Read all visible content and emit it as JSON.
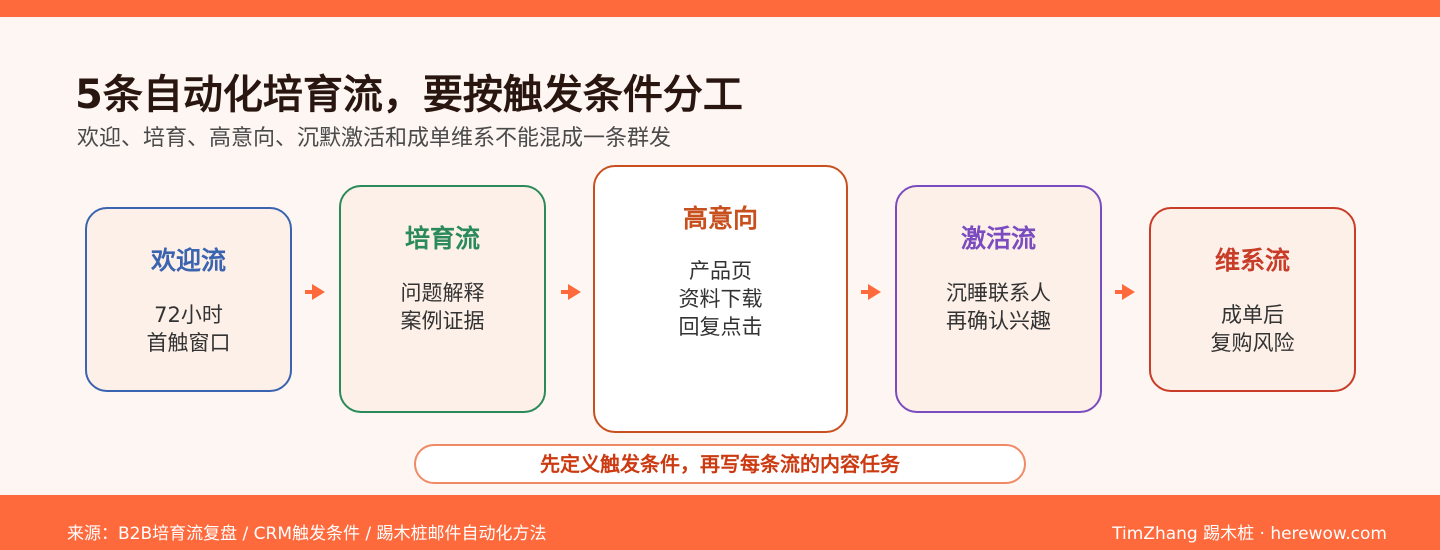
{
  "header": {
    "title": "5条自动化培育流，要按触发条件分工",
    "subtitle": "欢迎、培育、高意向、沉默激活和成单维系不能混成一条群发"
  },
  "flows": [
    {
      "name": "欢迎流",
      "lines": [
        "72小时",
        "首触窗口"
      ],
      "color": "#3a63b0",
      "fill": "#fdf0e8"
    },
    {
      "name": "培育流",
      "lines": [
        "问题解释",
        "案例证据"
      ],
      "color": "#2a8a5a",
      "fill": "#fdf0e8"
    },
    {
      "name": "高意向",
      "lines": [
        "产品页",
        "资料下载",
        "回复点击"
      ],
      "color": "#c8501e",
      "fill": "#ffffff"
    },
    {
      "name": "激活流",
      "lines": [
        "沉睡联系人",
        "再确认兴趣"
      ],
      "color": "#7a4cc0",
      "fill": "#fdf0e8"
    },
    {
      "name": "维系流",
      "lines": [
        "成单后",
        "复购风险"
      ],
      "color": "#c83c28",
      "fill": "#fdf0e8"
    }
  ],
  "note": "先定义触发条件，再写每条流的内容任务",
  "footer": {
    "source": "来源：B2B培育流复盘 / CRM触发条件 / 踢木桩邮件自动化方法",
    "brand": "TimZhang 踢木桩 · herewow.com"
  }
}
